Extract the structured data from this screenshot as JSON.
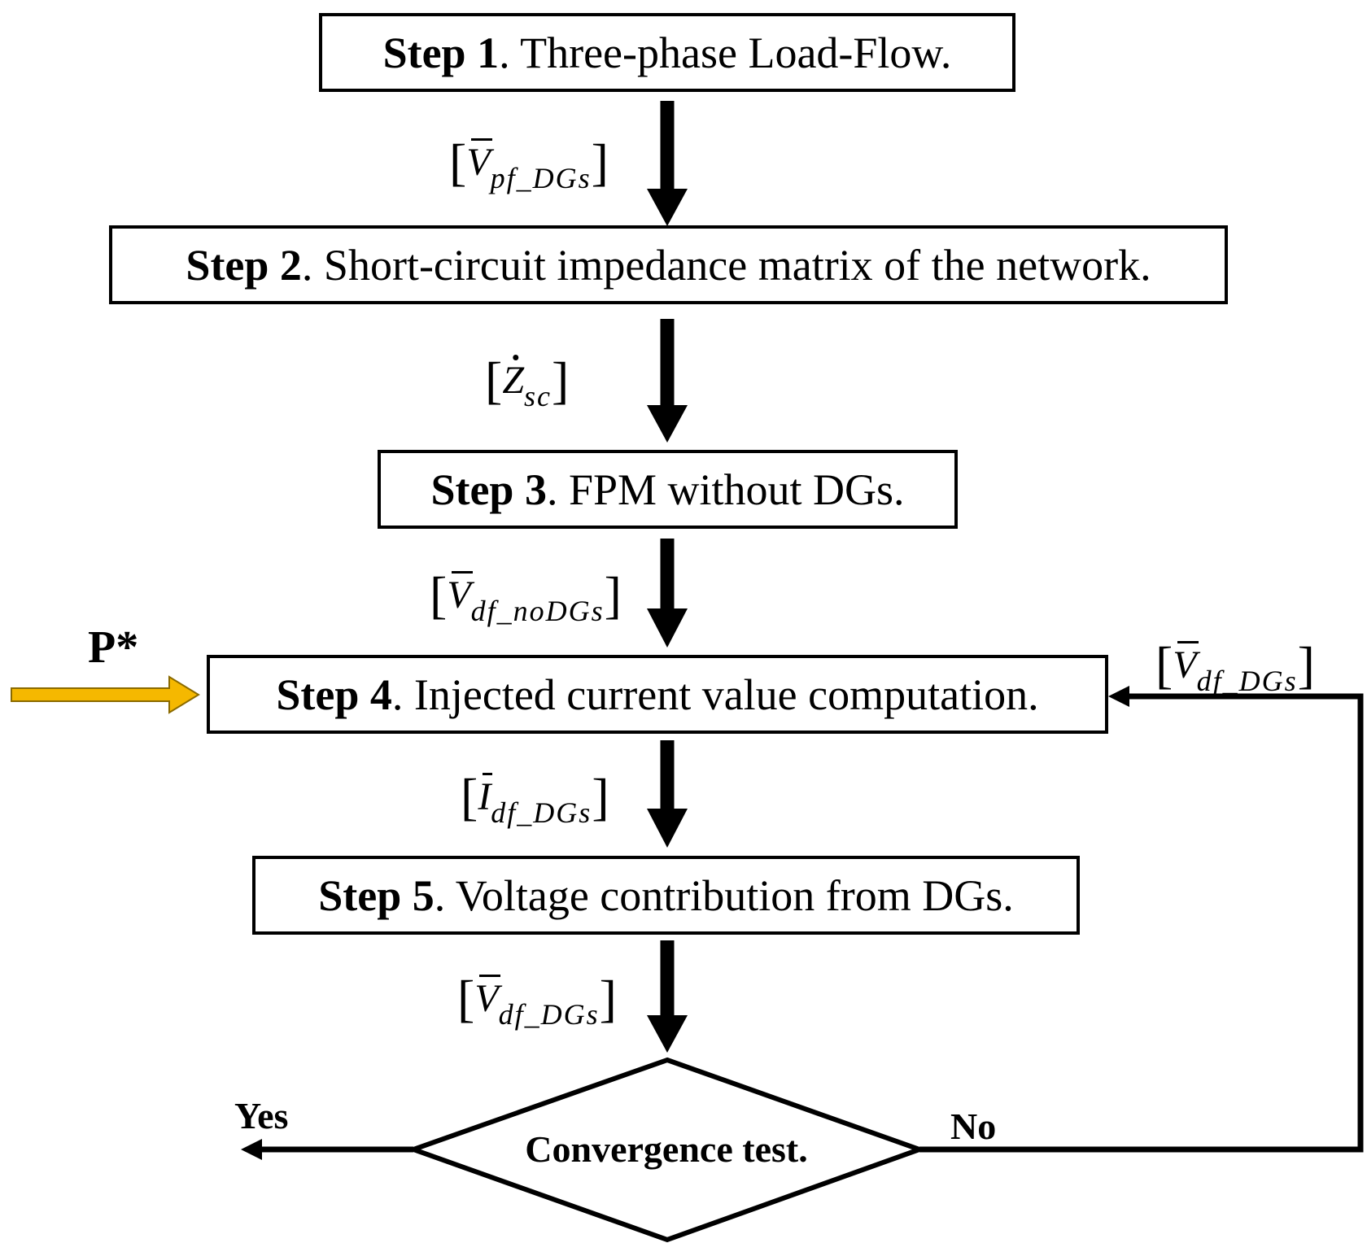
{
  "steps": [
    {
      "label": "Step 1",
      "text": ". Three-phase Load-Flow."
    },
    {
      "label": "Step 2",
      "text": ". Short-circuit impedance matrix of the network."
    },
    {
      "label": "Step 3",
      "text": ". FPM without DGs."
    },
    {
      "label": "Step 4",
      "text": ". Injected current value computation."
    },
    {
      "label": "Step 5",
      "text": ". Voltage contribution from DGs."
    }
  ],
  "decision": "Convergence test.",
  "yes": "Yes",
  "no": "No",
  "input": "P*",
  "edges": [
    {
      "var": "V",
      "sub": "pf_DGs"
    },
    {
      "var": "Z",
      "sub": "sc"
    },
    {
      "var": "V",
      "sub": "df_noDGs"
    },
    {
      "var": "I",
      "sub": "df_DGs"
    },
    {
      "var": "V",
      "sub": "df_DGs"
    },
    {
      "var": "V",
      "sub": "df_DGs"
    }
  ],
  "colors": {
    "input_arrow": "#F5B800",
    "stroke": "#000000"
  }
}
